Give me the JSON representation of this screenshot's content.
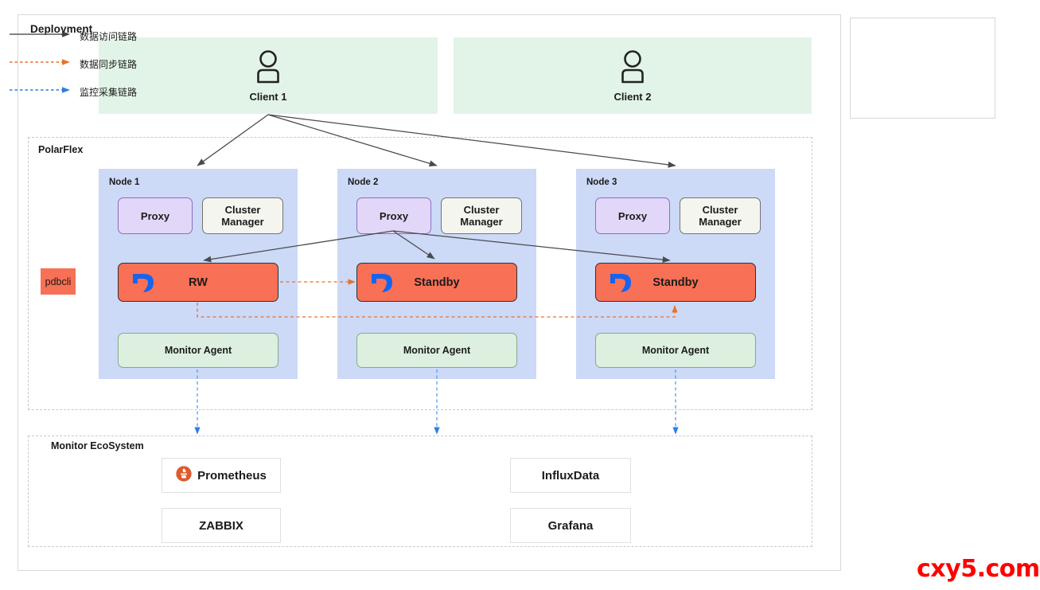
{
  "deployment": {
    "title": "Deployment",
    "clients": [
      {
        "label": "Client 1",
        "icon": "person-icon"
      },
      {
        "label": "Client 2",
        "icon": "person-icon"
      }
    ]
  },
  "polarflex": {
    "title": "PolarFlex",
    "pdbcli_label": "pdbcli",
    "nodes": [
      {
        "title": "Node 1",
        "proxy": "Proxy",
        "cluster_manager": "Cluster Manager",
        "database_role": "RW",
        "monitor_agent": "Monitor Agent"
      },
      {
        "title": "Node 2",
        "proxy": "Proxy",
        "cluster_manager": "Cluster Manager",
        "database_role": "Standby",
        "monitor_agent": "Monitor Agent"
      },
      {
        "title": "Node 3",
        "proxy": "Proxy",
        "cluster_manager": "Cluster Manager",
        "database_role": "Standby",
        "monitor_agent": "Monitor Agent"
      }
    ]
  },
  "ecosystem": {
    "title": "Monitor EcoSystem",
    "items": [
      {
        "label": "Prometheus",
        "icon": "prometheus-icon"
      },
      {
        "label": "ZABBIX",
        "icon": ""
      },
      {
        "label": "InfluxData",
        "icon": ""
      },
      {
        "label": "Grafana",
        "icon": ""
      }
    ]
  },
  "legend": {
    "items": [
      {
        "label": "数据访问链路",
        "style": "solid",
        "color": "#595959"
      },
      {
        "label": "数据同步链路",
        "style": "dashed",
        "color": "#e8712a"
      },
      {
        "label": "监控采集链路",
        "style": "dashed",
        "color": "#2b7de9"
      }
    ]
  },
  "watermark": {
    "text": "cxy5.com"
  },
  "colors": {
    "client_bg": "#e2f4e7",
    "node_bg": "#ccd9f7",
    "proxy_bg": "#e3d7f9",
    "cluster_manager_bg": "#f5f5f0",
    "database_bg": "#f87055",
    "monitor_agent_bg": "#ddf0df",
    "access_link": "#595959",
    "sync_link": "#e8712a",
    "monitor_link": "#2b7de9",
    "watermark": "#fe0000"
  }
}
